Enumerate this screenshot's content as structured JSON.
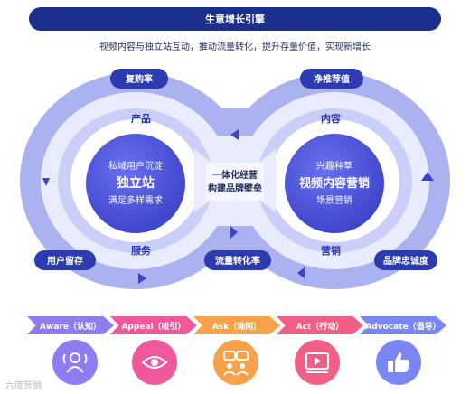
{
  "header": {
    "title": "生意增长引擎",
    "subtitle": "视频内容与独立站互动，推动流量转化，提升存量价值，实现新增长"
  },
  "loop": {
    "left_core": {
      "line1": "私域用户沉淀",
      "line2": "独立站",
      "line3": "满足多样需求"
    },
    "right_core": {
      "line1": "兴趣种草",
      "line2": "视频内容营销",
      "line3": "场景营销"
    },
    "center": {
      "line1": "一体化经营",
      "line2": "构建品牌壁垒"
    },
    "labels": {
      "product": "产品",
      "service": "服务",
      "content": "内容",
      "marketing": "营销"
    },
    "pills": {
      "repurchase": "复购率",
      "net_recommend": "净推荐值",
      "retention": "用户留存",
      "conversion": "流量转化率",
      "loyalty": "品牌忠诚度"
    }
  },
  "stages": [
    {
      "label": "Aware（认知）",
      "color": "#8e7cf0",
      "icon": "audience-icon"
    },
    {
      "label": "Appeal（吸引）",
      "color": "#f0589c",
      "icon": "eye-icon"
    },
    {
      "label": "Ask（询问）",
      "color": "#f7a24a",
      "icon": "discussion-icon"
    },
    {
      "label": "Act（行动）",
      "color": "#f25f86",
      "icon": "video-player-icon"
    },
    {
      "label": "Advocate（倡导）",
      "color": "#7a86f2",
      "icon": "thumbs-up-icon"
    }
  ],
  "watermark": "六度营销"
}
